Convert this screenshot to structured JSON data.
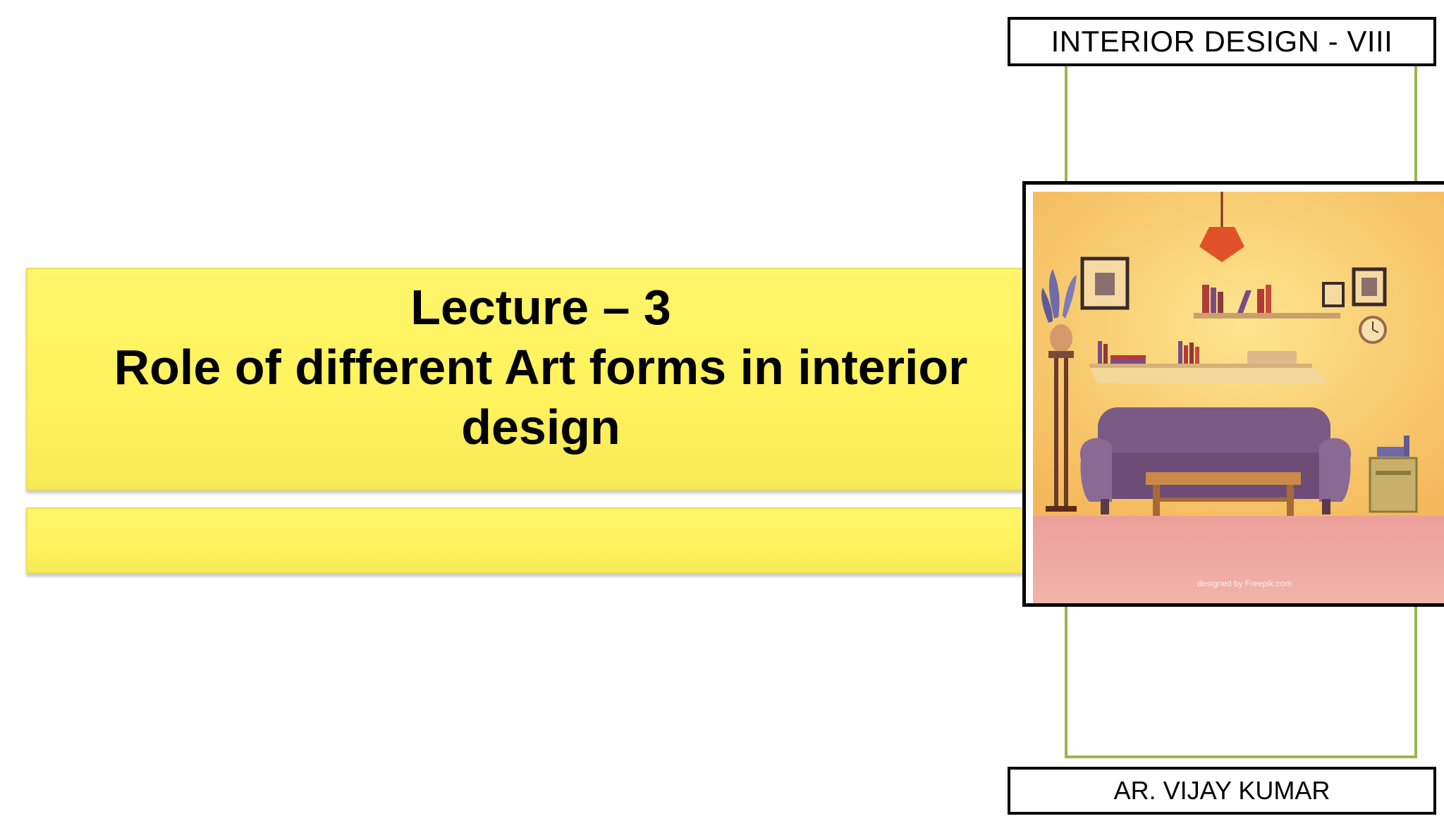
{
  "header": {
    "course_title": "INTERIOR DESIGN - VIII"
  },
  "title": {
    "line1": "Lecture – 3",
    "line2": "Role of different Art forms in interior",
    "line3": "design"
  },
  "footer": {
    "author": "AR. VIJAY KUMAR"
  },
  "illustration": {
    "subject": "living-room-illustration",
    "watermark": "designed by Freepik.com"
  },
  "colors": {
    "banner_yellow": "#fff35e",
    "frame_green": "#9bb54f",
    "room_wall": "#f7c766",
    "room_floor": "#e9a3a0",
    "sofa": "#7b5a86"
  }
}
